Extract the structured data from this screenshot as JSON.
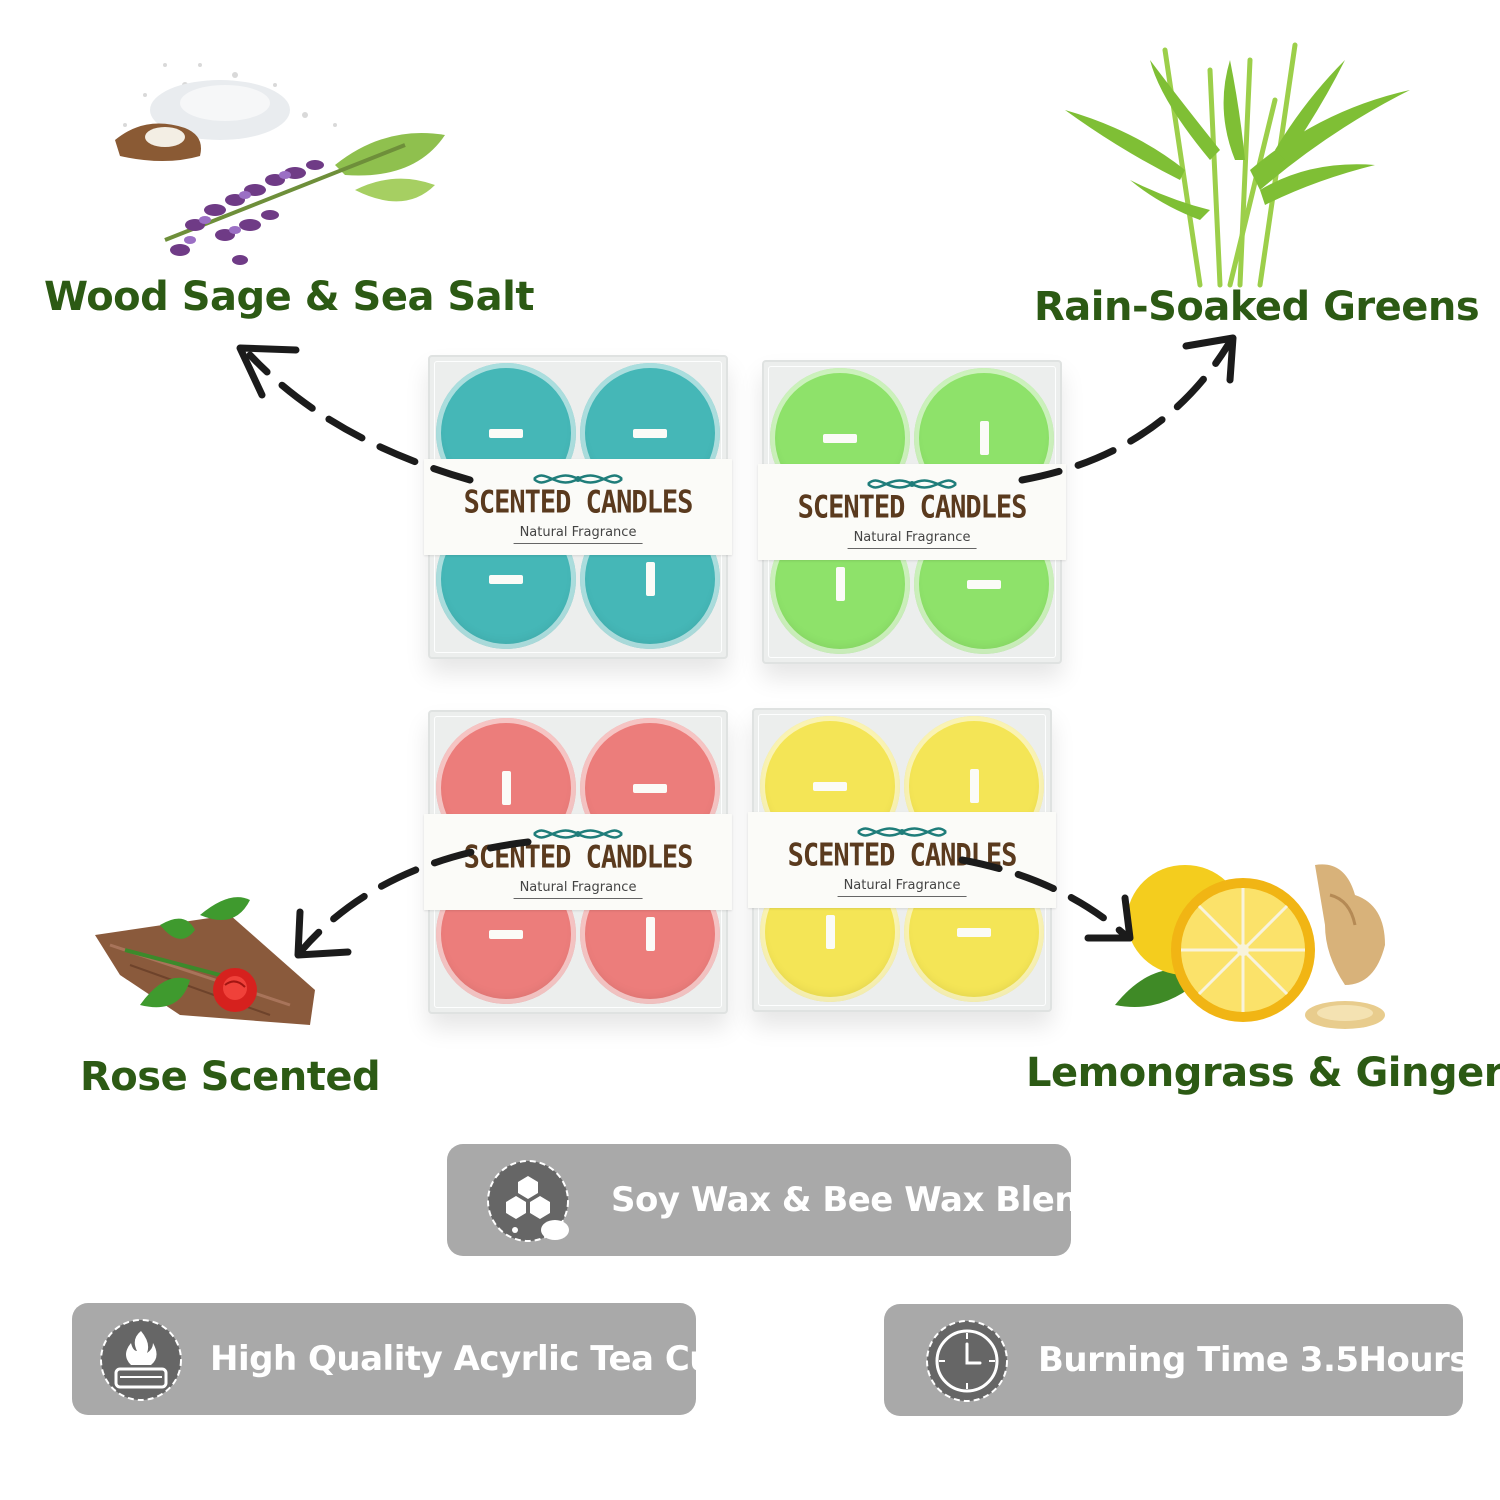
{
  "scents": {
    "wood_sage": "Wood Sage & Sea Salt",
    "rain_greens": "Rain-Soaked Greens",
    "rose": "Rose Scented",
    "lemongrass": "Lemongrass & Ginger"
  },
  "packs": [
    {
      "brand": "SCENTED CANDLES",
      "subtitle": "Natural Fragrance",
      "color": "#45b7b7"
    },
    {
      "brand": "SCENTED CANDLES",
      "subtitle": "Natural Fragrance",
      "color": "#8ee26a"
    },
    {
      "brand": "SCENTED CANDLES",
      "subtitle": "Natural Fragrance",
      "color": "#ec7d7b"
    },
    {
      "brand": "SCENTED CANDLES",
      "subtitle": "Natural Fragrance",
      "color": "#f4e556"
    }
  ],
  "features": {
    "wax": "Soy Wax & Bee Wax Blend",
    "cup": "High Quality Acyrlic  Tea Cup",
    "burn": "Burning Time 3.5Hours"
  },
  "icons": {
    "wax": "wax-cubes-icon",
    "cup": "flame-cup-icon",
    "burn": "clock-icon"
  },
  "colors": {
    "label_green": "#2c5a14",
    "pill_gray": "#a9a9a9",
    "brand_brown": "#5a3a1e"
  }
}
